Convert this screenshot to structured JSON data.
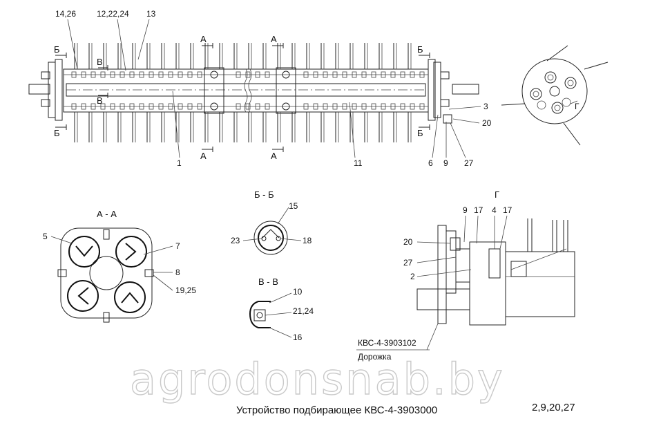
{
  "callouts": {
    "c14_26": "14,26",
    "c12_22_24": "12,22,24",
    "c13": "13",
    "c3": "3",
    "c20": "20",
    "c1": "1",
    "c11": "11",
    "c6": "6",
    "c9": "9",
    "c27": "27",
    "c5": "5",
    "c7": "7",
    "c8": "8",
    "c19_25": "19,25",
    "c15": "15",
    "c23": "23",
    "c18": "18",
    "c10": "10",
    "c21_24": "21,24",
    "c16": "16",
    "g9": "9",
    "g17a": "17",
    "g4": "4",
    "g17b": "17",
    "g20": "20",
    "g27": "27",
    "g2": "2"
  },
  "section_marks": {
    "A": "А",
    "B": "Б",
    "V": "В",
    "G": "Г"
  },
  "section_titles": {
    "aa": "А - А",
    "bb": "Б - Б",
    "vv": "В - В",
    "g": "Г"
  },
  "note": {
    "part_code": "КВС-4-3903102",
    "part_name": "Дорожка"
  },
  "caption": "Устройство подбирающее КВС-4-3903000",
  "sheet_refs": "2,9,20,27",
  "watermark": "agrodonsnab.by"
}
